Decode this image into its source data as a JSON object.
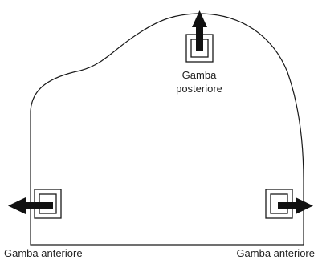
{
  "colors": {
    "outline": "#1a1a1a",
    "arrow": "#111111",
    "background": "#ffffff"
  },
  "labels": {
    "rear_leg_line1": "Gamba",
    "rear_leg_line2": "posteriore",
    "front_left": "Gamba anteriore",
    "front_right": "Gamba anteriore"
  },
  "icons": {
    "piano_outline": "grand-piano-outline",
    "leg_marker": "caster-square-icon",
    "direction": "arrow-icon"
  }
}
